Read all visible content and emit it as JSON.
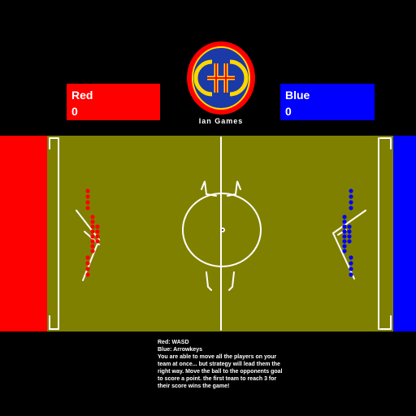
{
  "teams": {
    "red": {
      "name": "Red",
      "score": "0",
      "color": "#ff0000"
    },
    "blue": {
      "name": "Blue",
      "score": "0",
      "color": "#0000ff"
    }
  },
  "logo": {
    "text": "Ian Games",
    "ring_color": "#ff0000",
    "inner_color": "#1a3aa8",
    "glyph_color": "#ffd700"
  },
  "field": {
    "color": "#808000",
    "line_color": "#ffffff"
  },
  "instructions": [
    "Red:  WASD",
    "Blue: Arrowkeys",
    "You are able to move all the players on your",
    "team at once... but strategy will lead them the",
    "right way.  Move the ball to the opponents goal",
    "to score a point.  the first team to reach 3 for",
    "their score wins the game!"
  ],
  "players": {
    "red_count": 20,
    "blue_count": 20
  }
}
